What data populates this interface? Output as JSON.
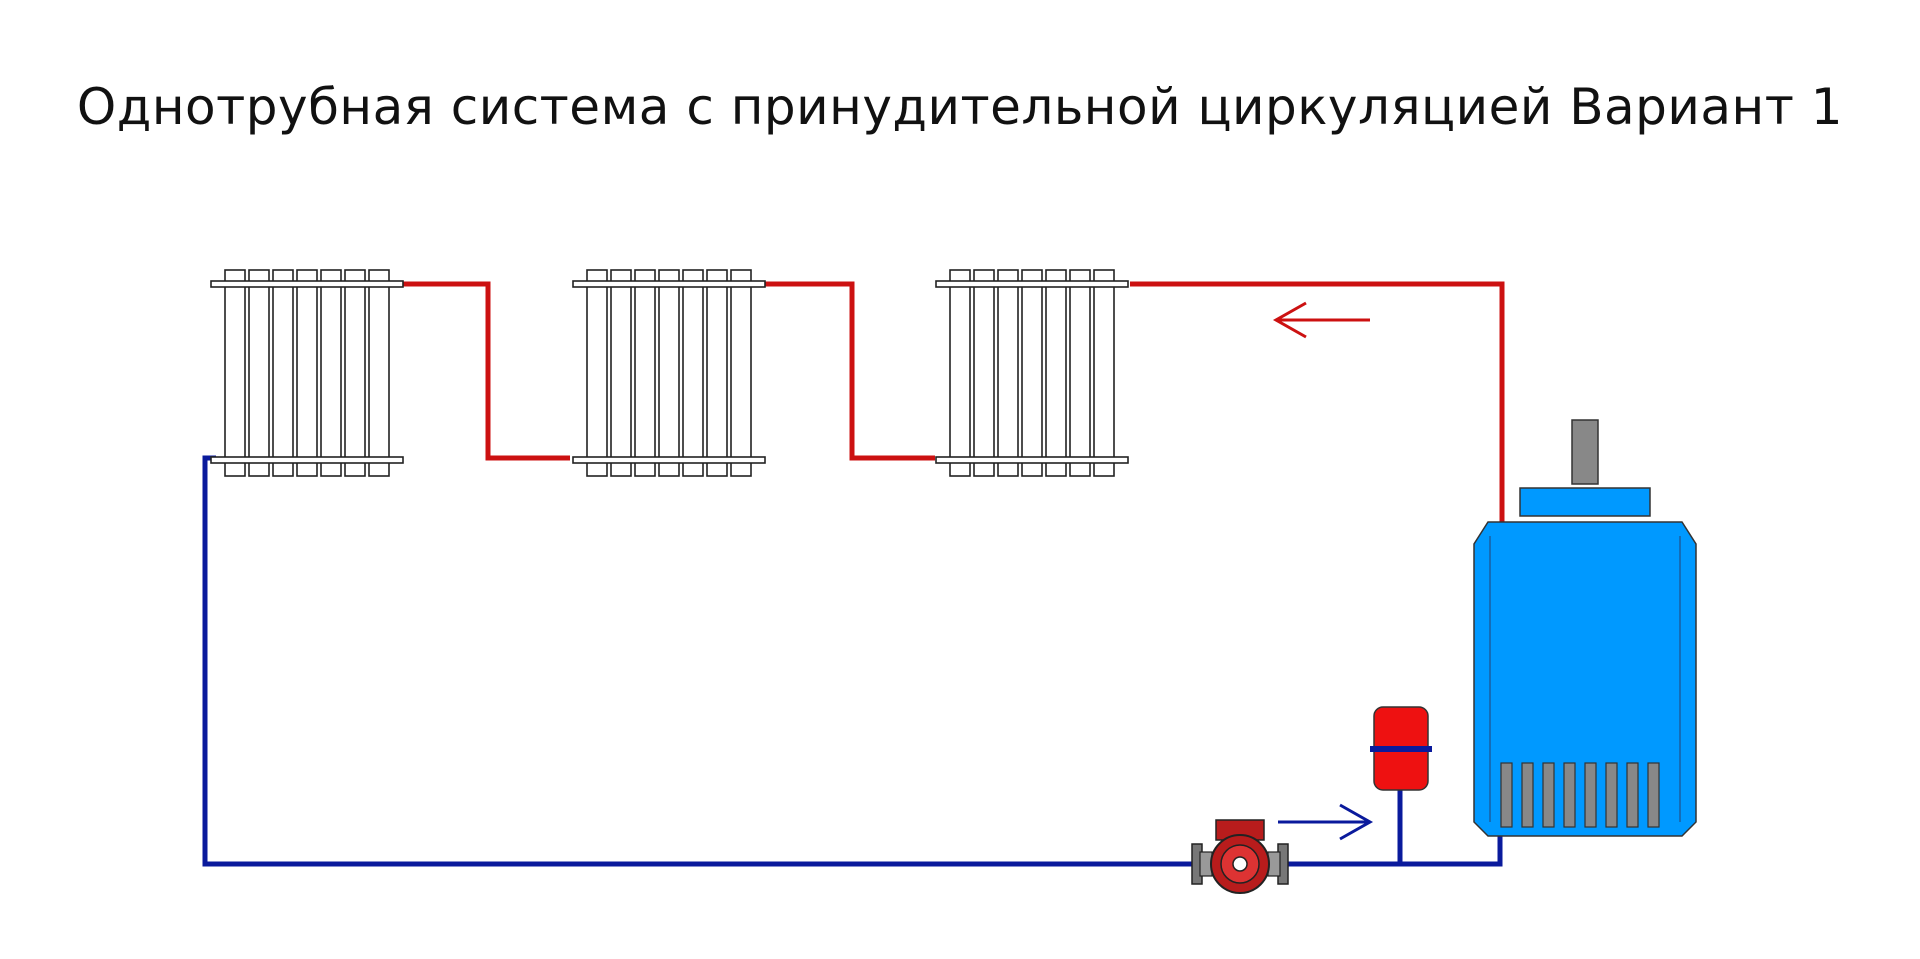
{
  "diagram": {
    "title": "Однотрубная система с принудительной циркуляцией Вариант 1",
    "colors": {
      "supply_pipe": "#cc1111",
      "return_pipe": "#0a1a9c",
      "boiler_body": "#0099ff",
      "tank": "#ee1111",
      "pump_body": "#b81c1c",
      "radiator_outline": "#222222"
    },
    "components": {
      "radiators": [
        {
          "name": "radiator-1",
          "sections": 7
        },
        {
          "name": "radiator-2",
          "sections": 7
        },
        {
          "name": "radiator-3",
          "sections": 7
        }
      ],
      "boiler": {
        "icon": "boiler-icon"
      },
      "expansion_tank": {
        "icon": "expansion-tank-icon"
      },
      "pump": {
        "icon": "circulation-pump-icon"
      },
      "flow_arrows": [
        {
          "name": "supply-flow-arrow",
          "direction": "left"
        },
        {
          "name": "return-flow-arrow",
          "direction": "right"
        }
      ]
    }
  }
}
